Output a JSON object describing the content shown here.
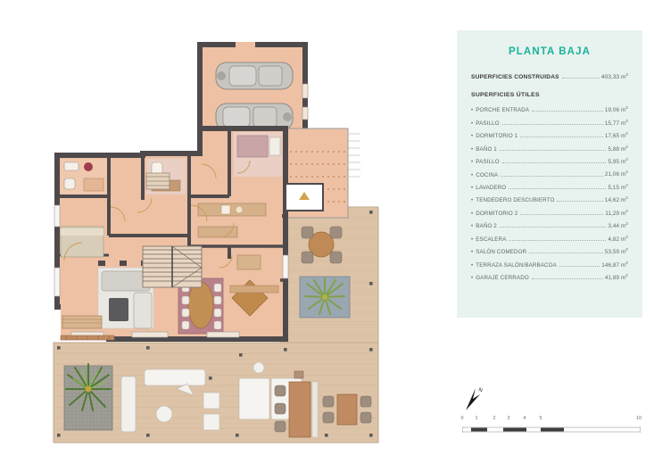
{
  "legend": {
    "title": "PLANTA BAJA",
    "built_label": "SUPERFICIES CONSTRUIDAS",
    "built_value": "403,33",
    "unit": "m",
    "unit_sup": "2",
    "useful_title": "SUPERFICIES ÚTILES",
    "bullet": "•",
    "items": [
      {
        "label": "PORCHE ENTRADA",
        "value": "19,06"
      },
      {
        "label": "PASILLO",
        "value": "15,77"
      },
      {
        "label": "DORMITORIO 1",
        "value": "17,65"
      },
      {
        "label": "BAÑO 1",
        "value": "5,88"
      },
      {
        "label": "PASILLO",
        "value": "5,95"
      },
      {
        "label": "COCINA",
        "value": "21,06"
      },
      {
        "label": "LAVADERO",
        "value": "5,15"
      },
      {
        "label": "TENDEDERO DESCUBIERTO",
        "value": "14,62"
      },
      {
        "label": "DORMITORIO 2",
        "value": "11,29"
      },
      {
        "label": "BAÑO 2",
        "value": "3,44"
      },
      {
        "label": "ESCALERA",
        "value": "4,82"
      },
      {
        "label": "SALÓN COMEDOR",
        "value": "53,59"
      },
      {
        "label": "TERRAZA SALÓN/BARBACOA",
        "value": "146,87"
      },
      {
        "label": "GARAJE CERRADO",
        "value": "41,89"
      }
    ]
  },
  "compass": {
    "north_letter": "N"
  },
  "scalebar": {
    "ticks": [
      "0",
      "1",
      "2",
      "3",
      "4",
      "5",
      "10"
    ],
    "tick_positions": [
      0,
      8,
      18,
      26,
      35,
      44,
      100
    ]
  },
  "colors": {
    "panel_bg": "#e8f2ef",
    "title_teal": "#19b39a",
    "interior_floor": "#eec1a4",
    "wall_dark": "#4e4a4c",
    "terrace_deck": "#ddc2a6",
    "garage_floor": "#eec1a4",
    "rug_pink": "#b9818a",
    "plant_green": "#7fa14a",
    "text_grey": "#5a6a68"
  },
  "plan": {
    "name": "ground-floor-plan",
    "rooms": [
      "garage",
      "porche-entrada",
      "pasillo",
      "dormitorio-1",
      "bano-1",
      "cocina",
      "lavadero",
      "tendedero-descubierto",
      "dormitorio-2",
      "bano-2",
      "escalera",
      "salon-comedor",
      "terraza-salon-barbacoa"
    ]
  }
}
